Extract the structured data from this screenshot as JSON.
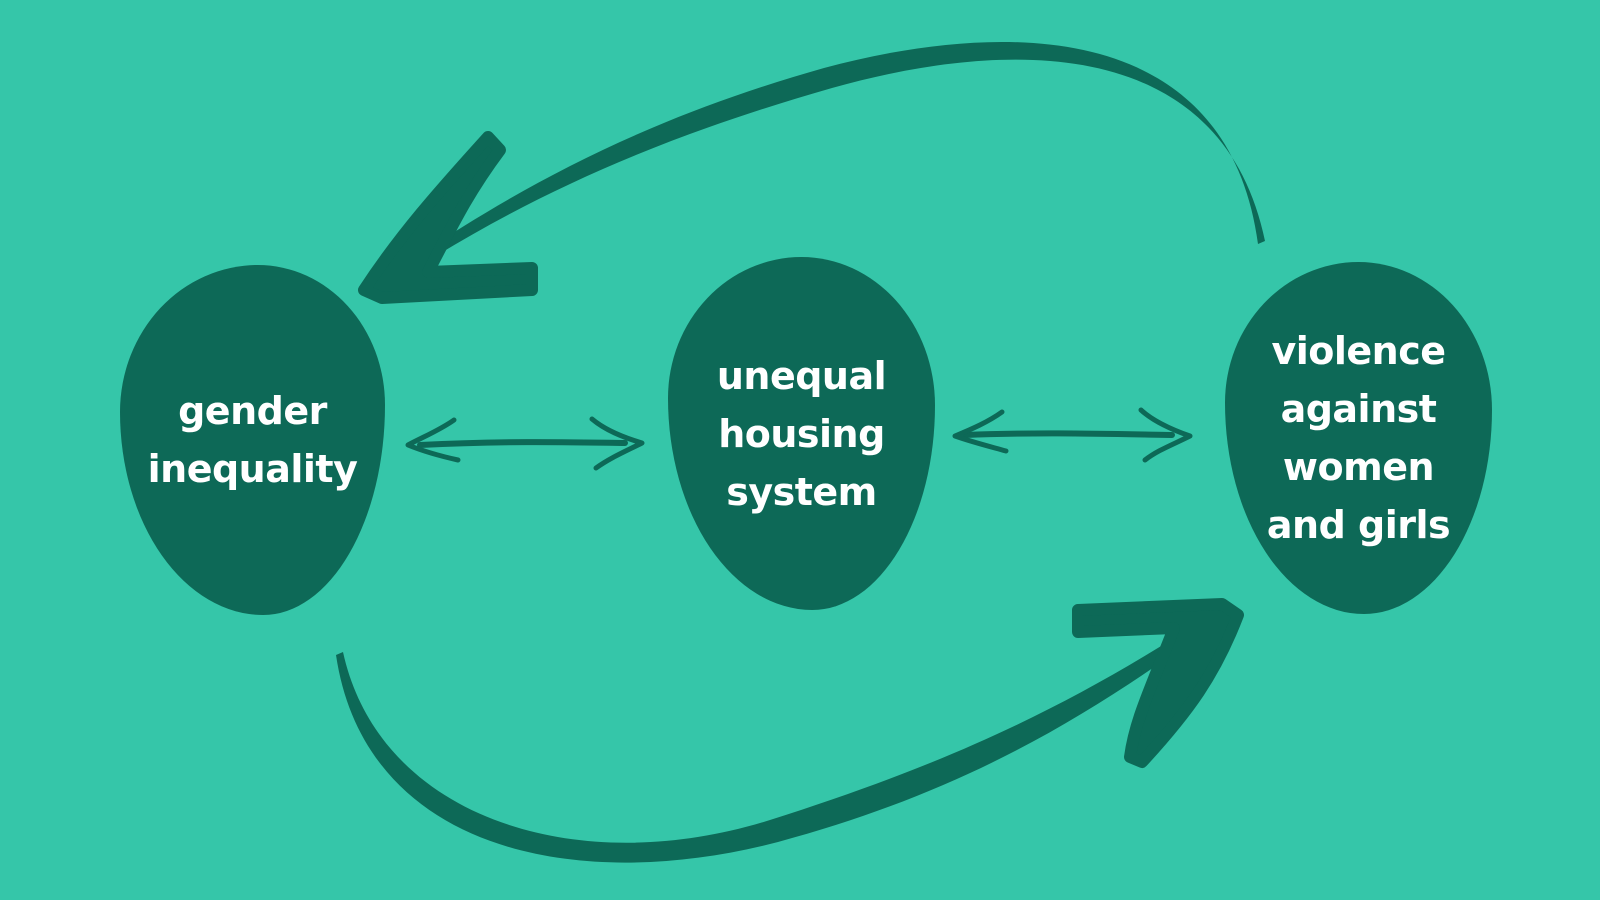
{
  "diagram": {
    "colors": {
      "background": "#35c6a9",
      "node_fill": "#0d6957",
      "node_text": "#ffffff",
      "arrow": "#0d6957"
    },
    "nodes": [
      {
        "id": "gender",
        "label": "gender\ninequality"
      },
      {
        "id": "housing",
        "label": "unequal\nhousing\nsystem"
      },
      {
        "id": "violence",
        "label": "violence\nagainst\nwomen\nand girls"
      }
    ],
    "edges": [
      {
        "from": "gender",
        "to": "housing",
        "direction": "both"
      },
      {
        "from": "housing",
        "to": "violence",
        "direction": "both"
      },
      {
        "from": "gender",
        "to": "violence",
        "direction": "forward"
      },
      {
        "from": "violence",
        "to": "gender",
        "direction": "forward"
      }
    ]
  }
}
